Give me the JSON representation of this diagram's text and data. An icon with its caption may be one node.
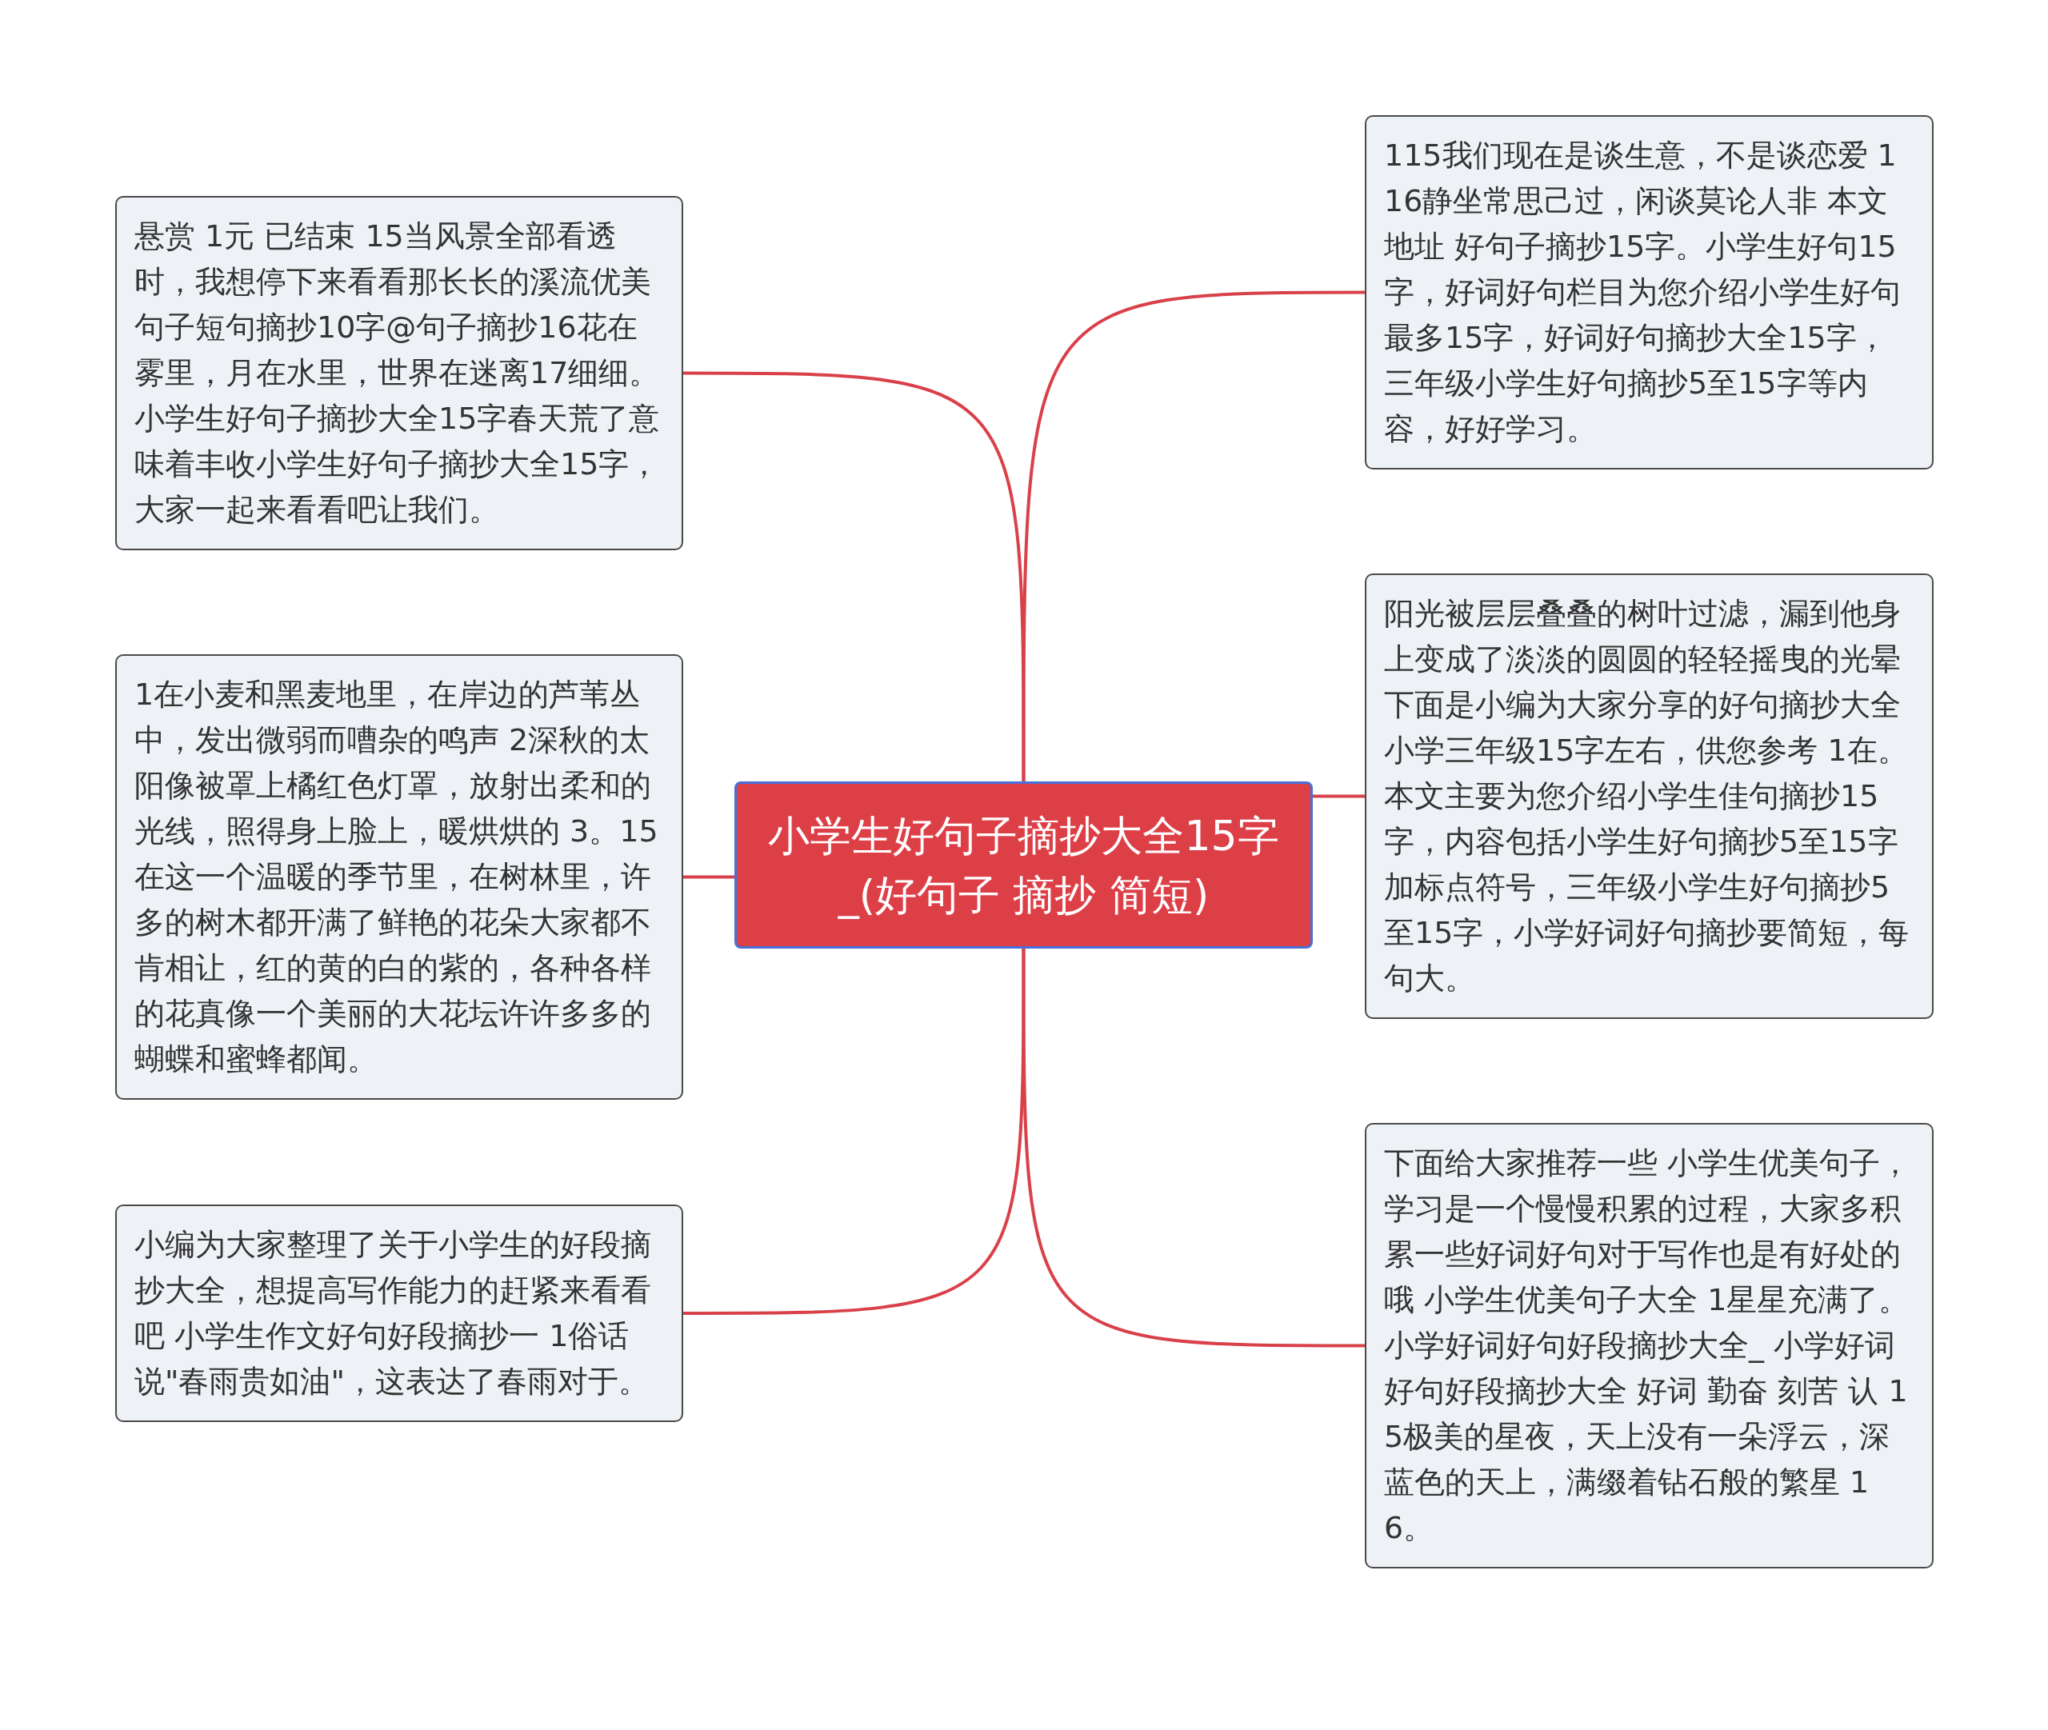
{
  "diagram": {
    "nodes": [
      {
        "text": [
          "小学生好句子摘抄大全15字_(好句子 摘抄 简短)"
        ]
      },
      {
        "text": [
          "悬赏 1元 已结束 15当风景全部看透时，我想停下来看看那长长的溪流优美句子短句摘抄10字@句子摘抄16花在雾里，月在水里，世界在迷离17细细。小学生好句子摘抄大全15字春天荒了意味着丰收小学生好句子摘抄大全15字，大家一起来看看吧让我们。"
        ]
      },
      {
        "text": [
          "1在小麦和黑麦地里，在岸边的芦苇丛中，发出微弱而嘈杂的鸣声 2深秋的太阳像被罩上橘红色灯罩，放射出柔和的光线，照得身上脸上，暖烘烘的 3。15在这一个温暖的季节里，在树林里，许多的树木都开满了鲜艳的花朵大家都不肯相让，红的黄的白的紫的，各种各样的花真像一个美丽的大花坛许许多多的蝴蝶和蜜蜂都闻。"
        ]
      },
      {
        "text": [
          "小编为大家整理了关于小学生的好段摘抄大全，想提高写作能力的赶紧来看看吧 小学生作文好句好段摘抄一 1俗话说\"春雨贵如油\"，这表达了春雨对于。"
        ]
      },
      {
        "text": [
          "115我们现在是谈生意，不是谈恋爱 116静坐常思己过，闲谈莫论人非 本文地址 好句子摘抄15字。小学生好句15字，好词好句栏目为您介绍小学生好句最多15字，好词好句摘抄大全15字，三年级小学生好句摘抄5至15字等内容，好好学习。"
        ]
      },
      {
        "text": [
          "阳光被层层叠叠的树叶过滤，漏到他身上变成了淡淡的圆圆的轻轻摇曳的光晕下面是小编为大家分享的好句摘抄大全小学三年级15字左右，供您参考 1在。本文主要为您介绍小学生佳句摘抄15字，内容包括小学生好句摘抄5至15字加标点符号，三年级小学生好句摘抄5至15字，小学好词好句摘抄要简短，每句大。"
        ]
      },
      {
        "text": [
          "下面给大家推荐一些 小学生优美句子，学习是一个慢慢积累的过程，大家多积累一些好词好句对于写作也是有好处的哦 小学生优美句子大全 1星星充满了。小学好词好句好段摘抄大全_ 小学好词好句好段摘抄大全 好词 勤奋 刻苦 认 15极美的星夜，天上没有一朵浮云，深蓝色的天上，满缀着钻石般的繁星 16。"
        ]
      }
    ],
    "edges": [
      {
        "from": 0,
        "to": 1,
        "arrow": "none"
      },
      {
        "from": 0,
        "to": 2,
        "arrow": "none"
      },
      {
        "from": 0,
        "to": 3,
        "arrow": "none"
      },
      {
        "from": 0,
        "to": 4,
        "arrow": "none"
      },
      {
        "from": 0,
        "to": 5,
        "arrow": "none"
      },
      {
        "from": 0,
        "to": 6,
        "arrow": "none"
      }
    ]
  }
}
